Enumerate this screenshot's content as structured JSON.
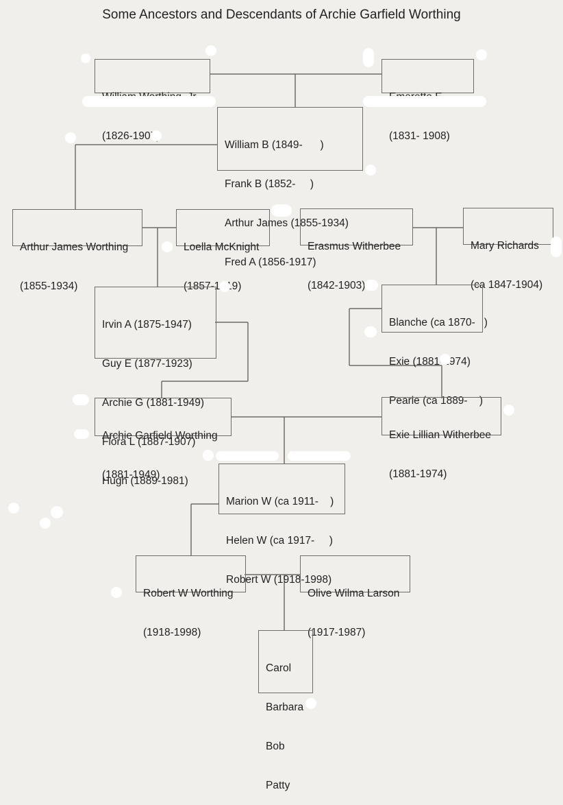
{
  "title": "Some Ancestors and Descendants of Archie Garfield Worthing",
  "people": {
    "william_jr": {
      "name": "William Worthing, Jr",
      "dates": "(1826-1907)"
    },
    "emerette": {
      "name": "Emerette E -----",
      "dates": "(1831- 1908)"
    },
    "arthur_james": {
      "name": "Arthur James Worthing",
      "dates": "(1855-1934)"
    },
    "loella": {
      "name": "Loella McKnight",
      "dates": "(1857-1919)"
    },
    "erasmus": {
      "name": "Erasmus Witherbee",
      "dates": "(1842-1903)"
    },
    "mary": {
      "name": "Mary Richards",
      "dates": "(ca 1847-1904)"
    },
    "archie": {
      "name": "Archie Garfield Worthing",
      "dates": "(1881-1949)"
    },
    "exie": {
      "name": "Exie Lillian Witherbee",
      "dates": "(1881-1974)"
    },
    "robert": {
      "name": "Robert W Worthing",
      "dates": "(1918-1998)"
    },
    "olive": {
      "name": "Olive Wilma Larson",
      "dates": "(1917-1987)"
    }
  },
  "children": {
    "william_jr_family": [
      "William B (1849-      )",
      "Frank B (1852-     )",
      "Arthur James (1855-1934)",
      "Fred A (1856-1917)"
    ],
    "arthur_family": [
      "Irvin A (1875-1947)",
      "Guy E (1877-1923)",
      "Archie G (1881-1949)",
      "Flora L (1887-1907)",
      "Hugh (1889-1981)"
    ],
    "erasmus_family": [
      "Blanche (ca 1870-   )",
      "Exie (1881-1974)",
      "Pearle (ca 1889-    )"
    ],
    "archie_family": [
      "Marion W (ca 1911-    )",
      "Helen W (ca 1917-     )",
      "Robert W (1918-1998)"
    ],
    "robert_family": [
      "Carol",
      "Barbara",
      "Bob",
      "Patty"
    ]
  }
}
